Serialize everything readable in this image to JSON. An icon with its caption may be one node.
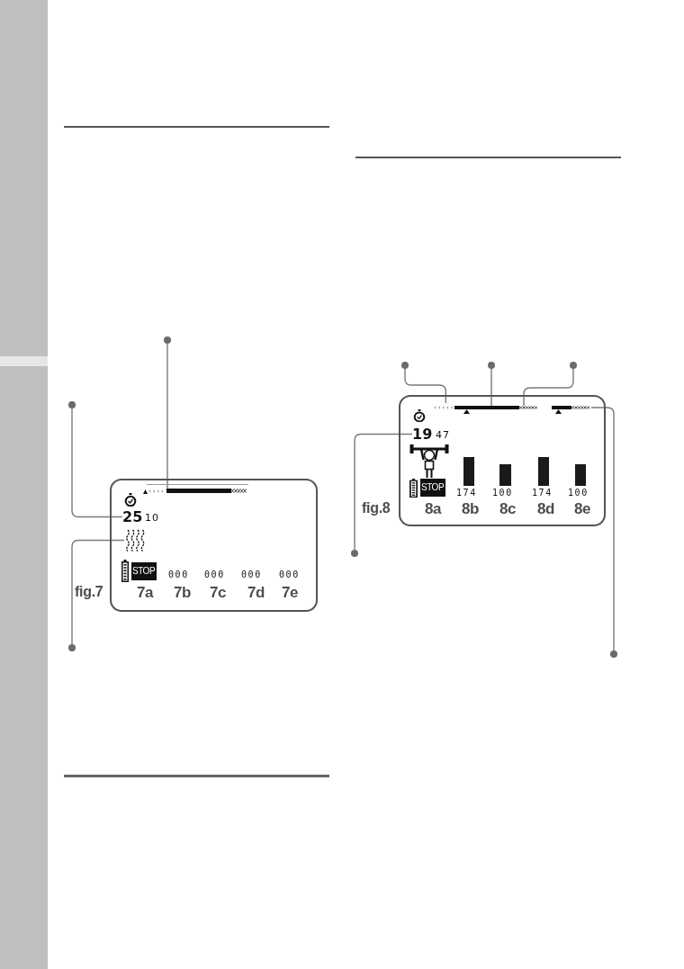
{
  "diagram": {
    "nodes": [
      {
        "text": [],
        "shape": "circle"
      },
      {
        "text": [],
        "shape": "circle"
      },
      {
        "text": [
          "000",
          "000",
          "000",
          "000",
          "7a",
          "7b",
          "7c",
          "7d",
          "7e"
        ],
        "beside": [
          "fig.7"
        ]
      },
      {
        "text": [],
        "shape": "bar",
        "in": 2
      },
      {
        "text": [
          "25",
          "10"
        ],
        "in": 2
      },
      {
        "text": [],
        "shape": "picture",
        "in": 2
      },
      {
        "text": [
          "STOP"
        ],
        "in": 2
      },
      {
        "text": [],
        "shape": "circle"
      },
      {
        "text": [],
        "shape": "circle"
      },
      {
        "text": [],
        "shape": "circle"
      },
      {
        "text": [],
        "shape": "circle"
      },
      {
        "text": [
          "174",
          "100",
          "174",
          "100",
          "8a",
          "8b",
          "8c",
          "8d",
          "8e"
        ],
        "beside": [
          "fig.8"
        ]
      },
      {
        "text": [],
        "shape": "bar",
        "in": 11
      },
      {
        "text": [],
        "shape": "bar",
        "in": 11
      },
      {
        "text": [],
        "shape": "bar",
        "in": 11
      },
      {
        "text": [],
        "shape": "bar",
        "in": 11
      },
      {
        "text": [
          "19",
          "47"
        ],
        "in": 11
      },
      {
        "text": [
          "STOP"
        ],
        "in": 11
      },
      {
        "text": [],
        "shape": "circle"
      },
      {
        "text": [],
        "shape": "circle"
      }
    ],
    "edges": [
      {
        "from": 0,
        "to": 3,
        "arrow": "none"
      },
      {
        "from": 1,
        "to": 4,
        "arrow": "none"
      },
      {
        "from": 7,
        "to": 5,
        "arrow": "none"
      },
      {
        "from": 8,
        "to": 12,
        "arrow": "none"
      },
      {
        "from": 9,
        "to": 13,
        "arrow": "none"
      },
      {
        "from": 10,
        "to": 14,
        "arrow": "none"
      },
      {
        "from": 18,
        "to": 16,
        "arrow": "none"
      },
      {
        "from": 19,
        "to": 15,
        "arrow": "none"
      }
    ]
  }
}
